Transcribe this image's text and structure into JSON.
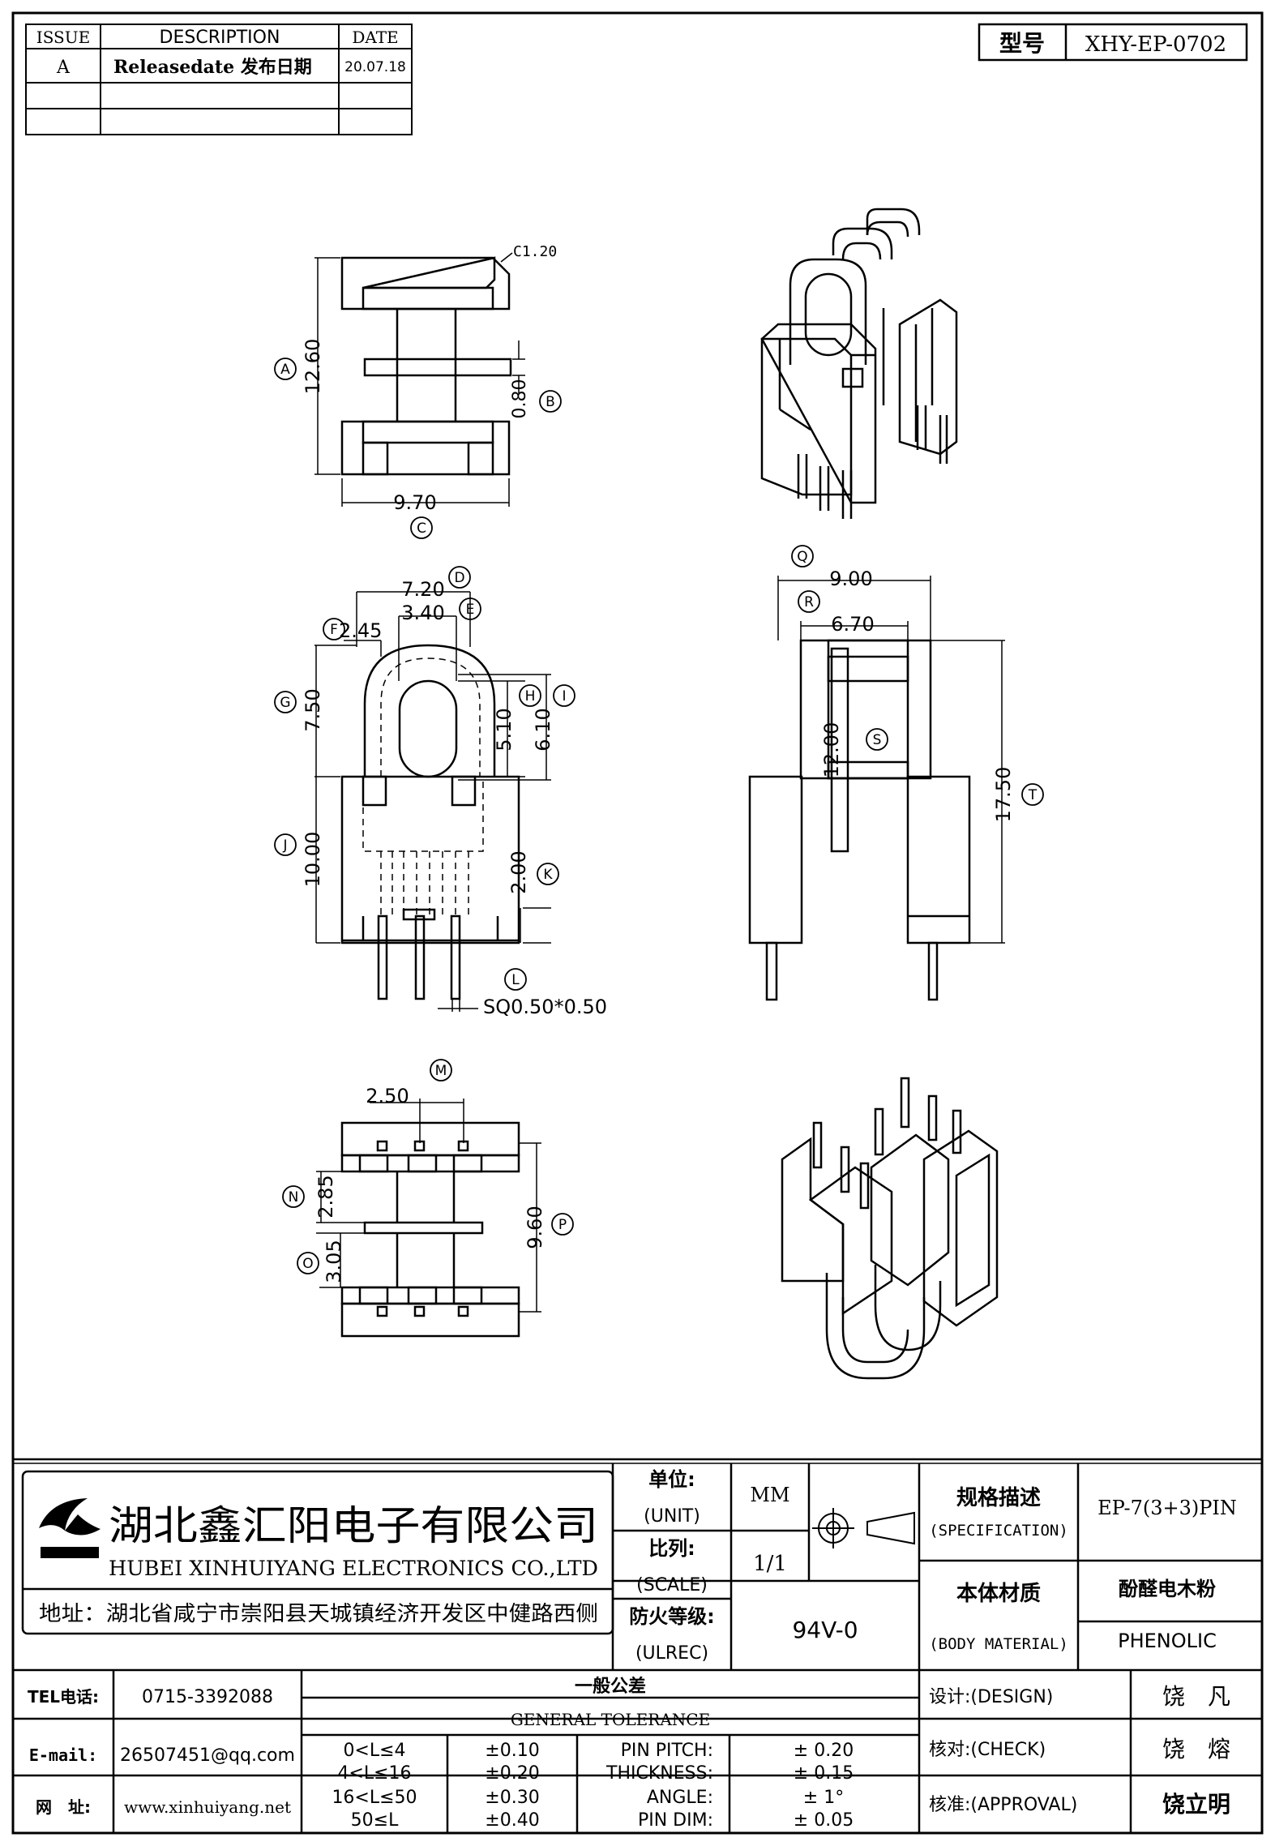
{
  "revision": {
    "headers": [
      "ISSUE",
      "DESCRIPTION",
      "DATE"
    ],
    "rows": [
      {
        "issue": "A",
        "description": "Releasedate 发布日期",
        "date": "20.07.18"
      },
      {
        "issue": "",
        "description": "",
        "date": ""
      },
      {
        "issue": "",
        "description": "",
        "date": ""
      }
    ]
  },
  "model": {
    "label": "型号",
    "value": "XHY-EP-0702"
  },
  "dims": {
    "chamfer": "C1.20",
    "height_a": "12.60",
    "flange_b": "0.80",
    "width_c": "9.70",
    "d": "7.20",
    "e": "3.40",
    "f": "2.45",
    "g": "7.50",
    "h": "5.10",
    "i": "6.10",
    "j": "10.00",
    "k": "2.00",
    "l": "SQ0.50*0.50",
    "q": "9.00",
    "r": "6.70",
    "s": "12.00",
    "t": "17.50",
    "m": "2.50",
    "n": "2.85",
    "o": "3.05",
    "p": "9.60"
  },
  "balloons": [
    "A",
    "B",
    "C",
    "D",
    "E",
    "F",
    "G",
    "H",
    "I",
    "J",
    "K",
    "L",
    "M",
    "N",
    "O",
    "P",
    "Q",
    "R",
    "S",
    "T"
  ],
  "company": {
    "name_cn": "湖北鑫汇阳电子有限公司",
    "name_en": "HUBEI XINHUIYANG ELECTRONICS CO.,LTD",
    "logo_text": "鑫汇阳",
    "address": "地址：湖北省咸宁市崇阳县天城镇经济开发区中健路西侧"
  },
  "info": {
    "unit_label": "单位:",
    "unit_en": "(UNIT)",
    "unit_value": "MM",
    "scale_label": "比列:",
    "scale_en": "(SCALE)",
    "scale_value": "1/1",
    "fire_label": "防火等级:",
    "fire_en": "(ULREC)",
    "fire_value": "94V-0"
  },
  "spec": {
    "label": "规格描述",
    "label_en": "(SPECIFICATION)",
    "value": "EP-7(3+3)PIN",
    "material_label": "本体材质",
    "material_en": "(BODY MATERIAL)",
    "material_cn": "酚醛电木粉",
    "material_value": "PHENOLIC"
  },
  "contact": {
    "tel_label": "TEL电话:",
    "tel": "0715-3392088",
    "email_label": "E-mail:",
    "email": "26507451@qq.com",
    "web_label": "网　址:",
    "web": "www.xinhuiyang.net"
  },
  "tolerance": {
    "title_cn": "一般公差",
    "title_en": "GENERAL TOLERANCE",
    "ranges": [
      {
        "range": "0<L≤4",
        "tol": "±0.10"
      },
      {
        "range": "4<L≤16",
        "tol": "±0.20"
      },
      {
        "range": "16<L≤50",
        "tol": "±0.30"
      },
      {
        "range": "50≤L",
        "tol": "±0.40"
      }
    ],
    "items": [
      {
        "name": "PIN PITCH:",
        "tol": "±  0.20"
      },
      {
        "name": "THICKNESS:",
        "tol": "±  0.15"
      },
      {
        "name": "ANGLE:",
        "tol": "±  1°"
      },
      {
        "name": "PIN DIM:",
        "tol": "±  0.05"
      }
    ]
  },
  "approval": {
    "design_label": "设计:(DESIGN)",
    "design": "饶　凡",
    "check_label": "核对:(CHECK)",
    "check": "饶　熔",
    "approve_label": "核准:(APPROVAL)",
    "approve": "饶立明"
  }
}
